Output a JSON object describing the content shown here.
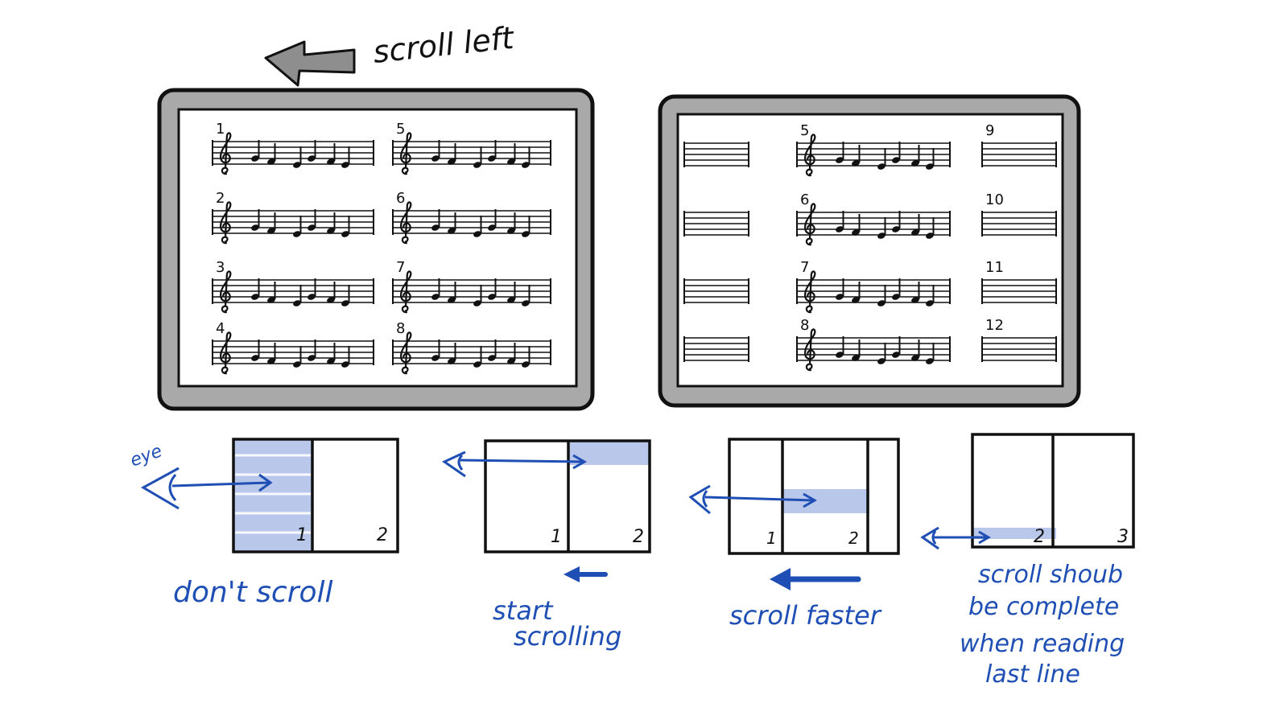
{
  "title_arrow_label": "scroll left",
  "tablets": {
    "left": {
      "measure_numbers": [
        "1",
        "2",
        "3",
        "4",
        "5",
        "6",
        "7",
        "8"
      ]
    },
    "right": {
      "measure_numbers": [
        "5",
        "6",
        "7",
        "8",
        "9",
        "10",
        "11",
        "12"
      ]
    }
  },
  "eye_label": "eye",
  "panels": [
    {
      "columns": [
        "1",
        "2"
      ],
      "caption_lines": [
        "don't scroll"
      ]
    },
    {
      "columns": [
        "1",
        "2"
      ],
      "caption_lines": [
        "start",
        "scrolling"
      ]
    },
    {
      "columns": [
        "1",
        "2"
      ],
      "caption_lines": [
        "scroll faster"
      ]
    },
    {
      "columns": [
        "2",
        "3"
      ],
      "caption_lines": [
        "scroll shoub",
        "be complete",
        "when reading",
        "last line"
      ]
    }
  ],
  "colors": {
    "ink": "#111111",
    "tablet_frame": "#a9a9a9",
    "highlight": "#b9c7ea",
    "annotation": "#1f4fb4"
  }
}
